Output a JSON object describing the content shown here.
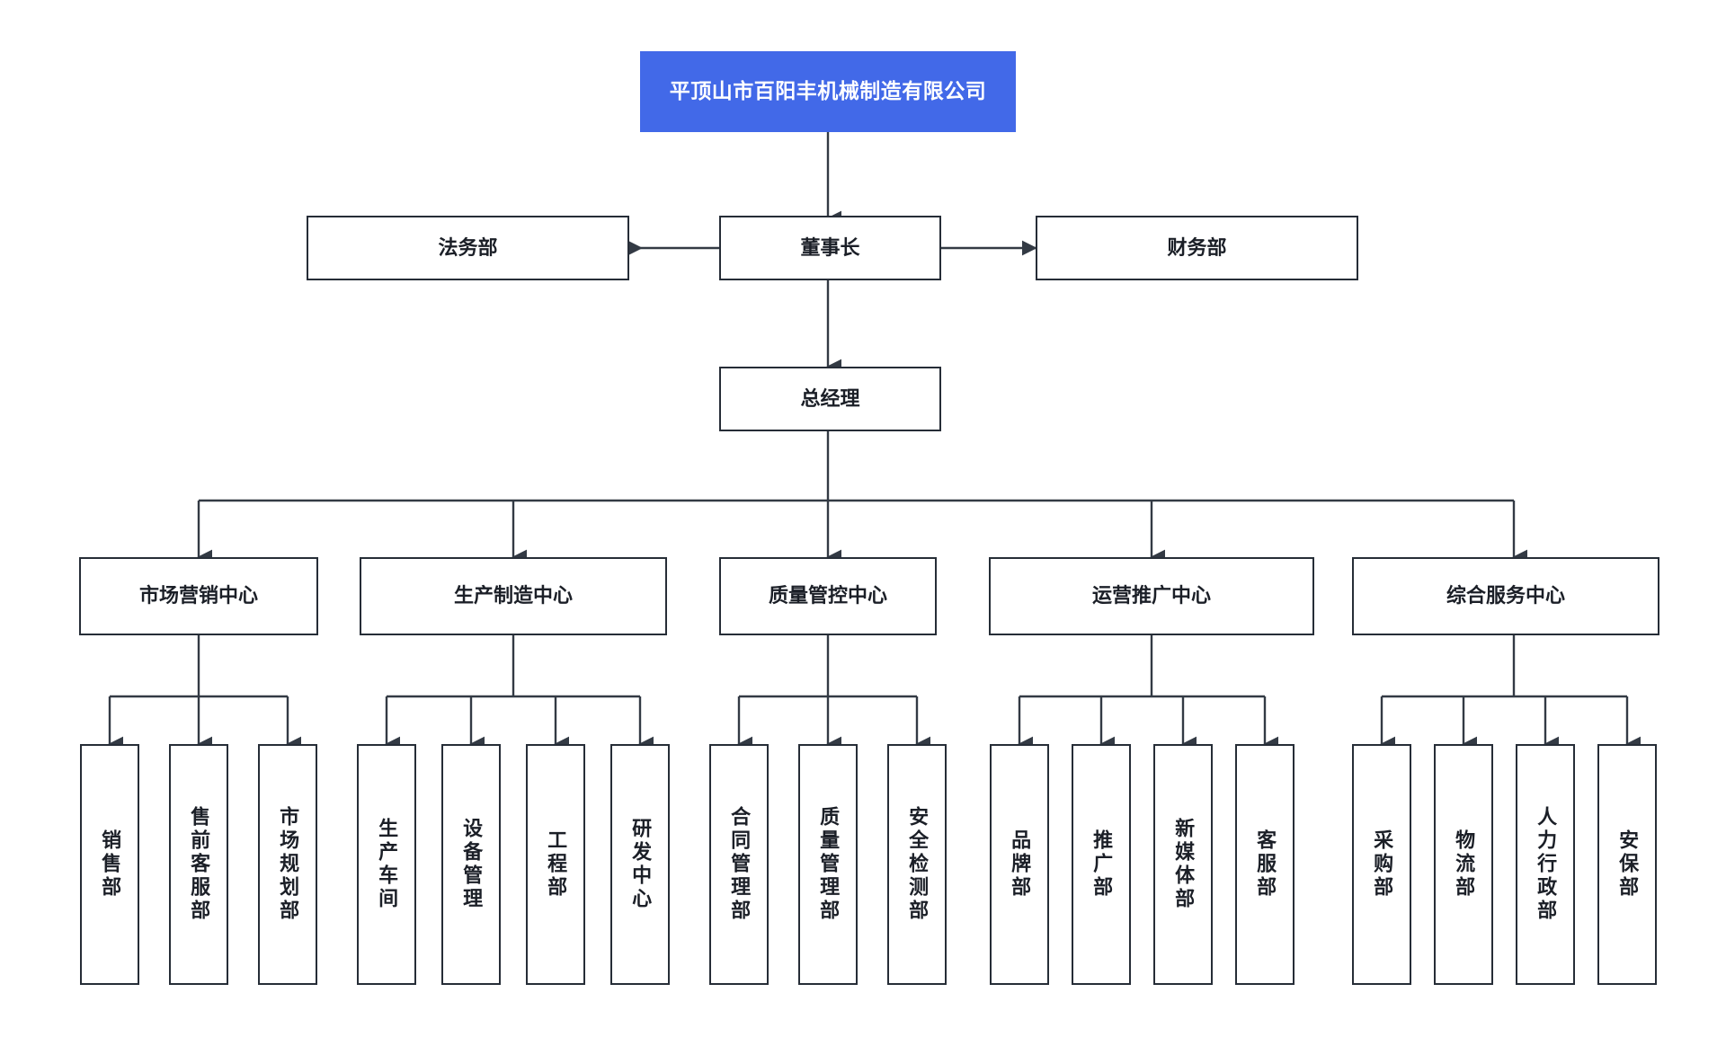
{
  "diagram": {
    "type": "organization-chart",
    "title": "平顶山市百阳丰机械制造有限公司",
    "colors": {
      "root_fill": "#4269e8",
      "root_text": "#ffffff",
      "node_border": "#262d37",
      "node_fill": "#ffffff",
      "connector": "#333a44",
      "background": "#ffffff"
    }
  },
  "root": {
    "label": "平顶山市百阳丰机械制造有限公司"
  },
  "executive": {
    "chairman": {
      "label": "董事长"
    },
    "legal": {
      "label": "法务部"
    },
    "finance": {
      "label": "财务部"
    },
    "general_manager": {
      "label": "总经理"
    }
  },
  "centers": [
    {
      "label": "市场营销中心",
      "departments": [
        {
          "label": "销售部"
        },
        {
          "label": "售前客服部"
        },
        {
          "label": "市场规划部"
        }
      ]
    },
    {
      "label": "生产制造中心",
      "departments": [
        {
          "label": "生产车间"
        },
        {
          "label": "设备管理"
        },
        {
          "label": "工程部"
        },
        {
          "label": "研发中心"
        }
      ]
    },
    {
      "label": "质量管控中心",
      "departments": [
        {
          "label": "合同管理部"
        },
        {
          "label": "质量管理部"
        },
        {
          "label": "安全检测部"
        }
      ]
    },
    {
      "label": "运营推广中心",
      "departments": [
        {
          "label": "品牌部"
        },
        {
          "label": "推广部"
        },
        {
          "label": "新媒体部"
        },
        {
          "label": "客服部"
        }
      ]
    },
    {
      "label": "综合服务中心",
      "departments": [
        {
          "label": "采购部"
        },
        {
          "label": "物流部"
        },
        {
          "label": "人力行政部"
        },
        {
          "label": "安保部"
        }
      ]
    }
  ]
}
